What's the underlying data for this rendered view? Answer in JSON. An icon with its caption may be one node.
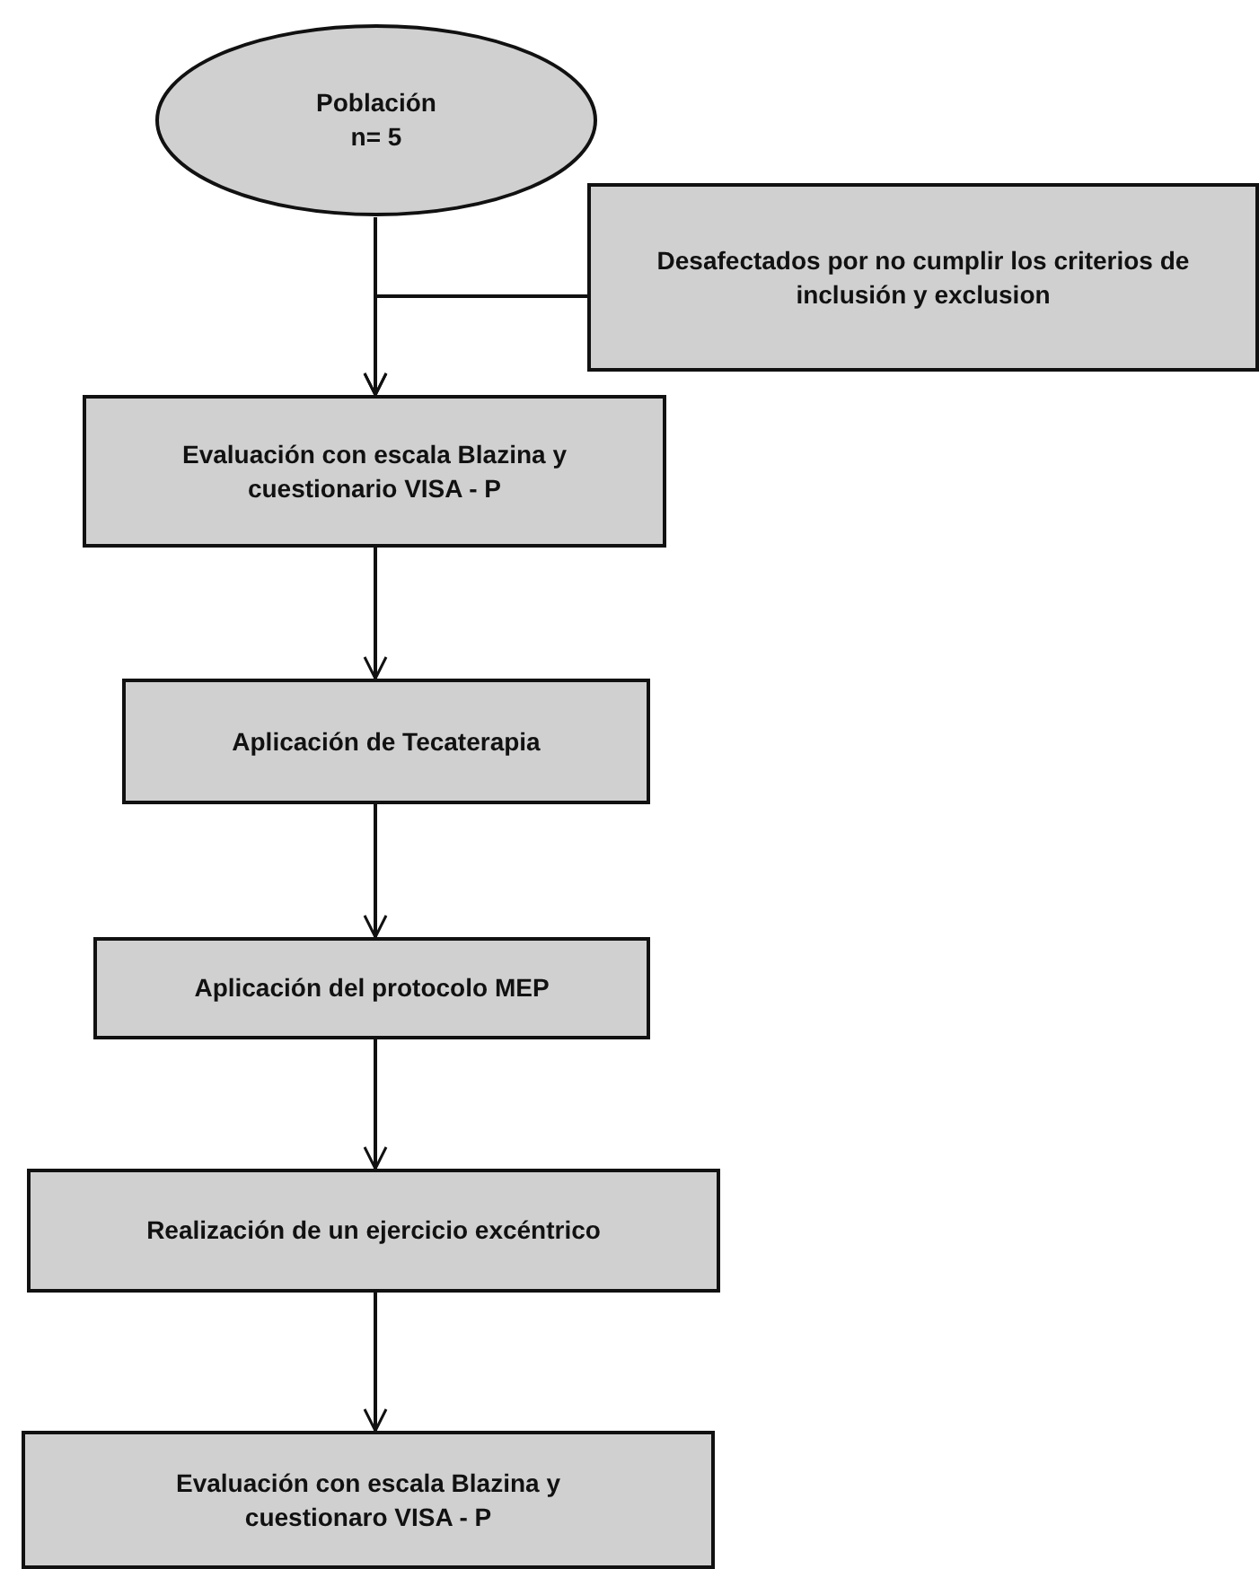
{
  "diagram": {
    "nodes": [
      {
        "text": [
          "Población",
          "n= 5"
        ]
      },
      {
        "text": [
          "Desafectados por no cumplir los criterios de inclusión y exclusion"
        ]
      },
      {
        "text": [
          "Evaluación con escala Blazina y cuestionario VISA - P"
        ]
      },
      {
        "text": [
          "Aplicación de Tecaterapia"
        ]
      },
      {
        "text": [
          "Aplicación del protocolo MEP"
        ]
      },
      {
        "text": [
          "Realización de un ejercicio excéntrico"
        ]
      },
      {
        "text": [
          "Evaluación con escala Blazina y cuestionaro VISA - P"
        ]
      }
    ],
    "edges": [
      {
        "from": 0,
        "to": 2,
        "arrow": "to"
      },
      {
        "from": 1,
        "to": 2,
        "arrow": "to"
      },
      {
        "from": 2,
        "to": 3,
        "arrow": "to"
      },
      {
        "from": 3,
        "to": 4,
        "arrow": "to"
      },
      {
        "from": 4,
        "to": 5,
        "arrow": "to"
      },
      {
        "from": 5,
        "to": 6,
        "arrow": "to"
      }
    ]
  }
}
